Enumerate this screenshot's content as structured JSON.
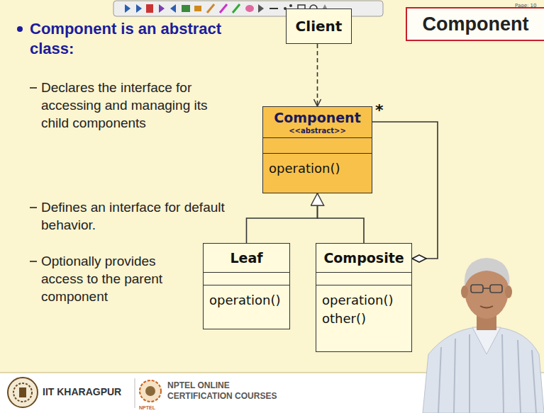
{
  "diagram": {
    "title": "Component",
    "nodes": [
      {
        "text": [
          "Client"
        ]
      },
      {
        "text": [
          "Component",
          "<<abstract>>",
          "operation()"
        ]
      },
      {
        "text": [
          "Leaf",
          "operation()"
        ]
      },
      {
        "text": [
          "Composite",
          "operation()",
          "other()"
        ]
      }
    ],
    "edges": [
      {
        "from": 0,
        "to": 1,
        "arrow": "to"
      },
      {
        "from": 2,
        "to": 1,
        "arrow": "to"
      },
      {
        "from": 3,
        "to": 1,
        "arrow": "to"
      },
      {
        "from": 1,
        "to": 3,
        "arrow": "to"
      }
    ],
    "labels": [
      "Page: 10",
      "Component is an abstract class:",
      "Declares the interface for accessing and managing its child components",
      "Defines an interface for default behavior.",
      "Optionally provides access to the parent component",
      "*",
      "IIT KHARAGPUR",
      "NPTEL ONLINE CERTIFICATION COURSES",
      "NPTEL"
    ]
  }
}
